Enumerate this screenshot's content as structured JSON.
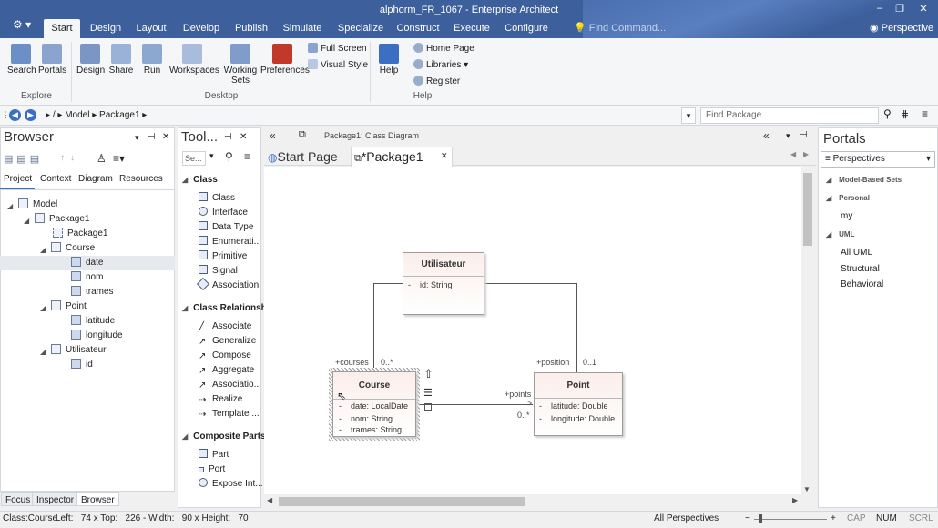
{
  "app": {
    "title": "alphorm_FR_1067 - Enterprise Architect",
    "menu_glyph": "⚙ ▾",
    "find_command": "Find Command...",
    "perspective": "Perspective"
  },
  "ribbon_tabs": [
    "Start",
    "Design",
    "Layout",
    "Develop",
    "Publish",
    "Simulate",
    "Specialize",
    "Construct",
    "Execute",
    "Configure"
  ],
  "ribbon": {
    "explore": {
      "label": "Explore",
      "buttons": [
        "Search",
        "Portals"
      ]
    },
    "desktop": {
      "label": "Desktop",
      "buttons": [
        "Design",
        "Share",
        "Run",
        "Workspaces",
        "Working Sets",
        "Preferences"
      ],
      "small": [
        "Full Screen",
        "Visual Style"
      ]
    },
    "help": {
      "label": "Help",
      "buttons": [
        "Help"
      ],
      "small": [
        "Home Page",
        "Libraries",
        "Register"
      ]
    }
  },
  "nav": {
    "path_sep": "/",
    "crumbs": [
      "Model",
      "Package1"
    ],
    "find_package_placeholder": "Find Package"
  },
  "browser": {
    "title": "Browser",
    "tabs": [
      "Project",
      "Context",
      "Diagram",
      "Resources"
    ],
    "tree": [
      {
        "label": "Model",
        "indent": 0
      },
      {
        "label": "Package1",
        "indent": 1
      },
      {
        "label": "Package1",
        "indent": 2
      },
      {
        "label": "Course",
        "indent": 2
      },
      {
        "label": "date",
        "indent": 3,
        "selected": true
      },
      {
        "label": "nom",
        "indent": 3
      },
      {
        "label": "trames",
        "indent": 3
      },
      {
        "label": "Point",
        "indent": 2
      },
      {
        "label": "latitude",
        "indent": 3
      },
      {
        "label": "longitude",
        "indent": 3
      },
      {
        "label": "Utilisateur",
        "indent": 2
      },
      {
        "label": "id",
        "indent": 3
      }
    ],
    "bottom_tabs": [
      "Focus",
      "Inspector",
      "Browser"
    ]
  },
  "toolbox": {
    "title": "Tool...",
    "search_placeholder": "Se...",
    "sections": [
      {
        "name": "Class",
        "items": [
          "Class",
          "Interface",
          "Data Type",
          "Enumerati...",
          "Primitive",
          "Signal",
          "Association"
        ]
      },
      {
        "name": "Class Relationship",
        "items": [
          "Associate",
          "Generalize",
          "Compose",
          "Aggregate",
          "Associatio...",
          "Realize",
          "Template ..."
        ]
      },
      {
        "name": "Composite Parts",
        "items": [
          "Part",
          "Port",
          "Expose Int..."
        ]
      }
    ]
  },
  "diagram": {
    "header": "Package1:  Class Diagram",
    "tabs": [
      "Start Page",
      "*Package1"
    ],
    "classes": {
      "utilisateur": {
        "name": "Utilisateur",
        "attrs": [
          {
            "vis": "-",
            "text": "id: String"
          }
        ]
      },
      "course": {
        "name": "Course",
        "attrs": [
          {
            "vis": "-",
            "text": "date: LocalDate"
          },
          {
            "vis": "-",
            "text": "nom: String"
          },
          {
            "vis": "-",
            "text": "trames: String"
          }
        ]
      },
      "point": {
        "name": "Point",
        "attrs": [
          {
            "vis": "-",
            "text": "latitude: Double"
          },
          {
            "vis": "-",
            "text": "longitude: Double"
          }
        ]
      }
    },
    "roles": {
      "courses": "+courses",
      "courses_mult": "0..*",
      "position": "+position",
      "position_mult": "0..1",
      "points": "+points",
      "points_mult": "0..*"
    }
  },
  "portals": {
    "title": "Portals",
    "dropdown": "Perspectives",
    "sections": [
      {
        "name": "Model-Based Sets",
        "items": []
      },
      {
        "name": "Personal",
        "items": [
          "my"
        ]
      },
      {
        "name": "UML",
        "items": [
          "All UML",
          "Structural",
          "Behavioral"
        ]
      }
    ]
  },
  "status": {
    "left": "Class:Course",
    "geometry": "Left:   74 x Top:   226 - Width:   90 x Height:   70",
    "all_perspectives": "All Perspectives",
    "caps": "CAP",
    "num": "NUM",
    "scrl": "SCRL"
  },
  "colors": {
    "titlebar": "#3d5f9c",
    "accent": "#3b6fc2",
    "class_fill": "#fbeeea"
  }
}
